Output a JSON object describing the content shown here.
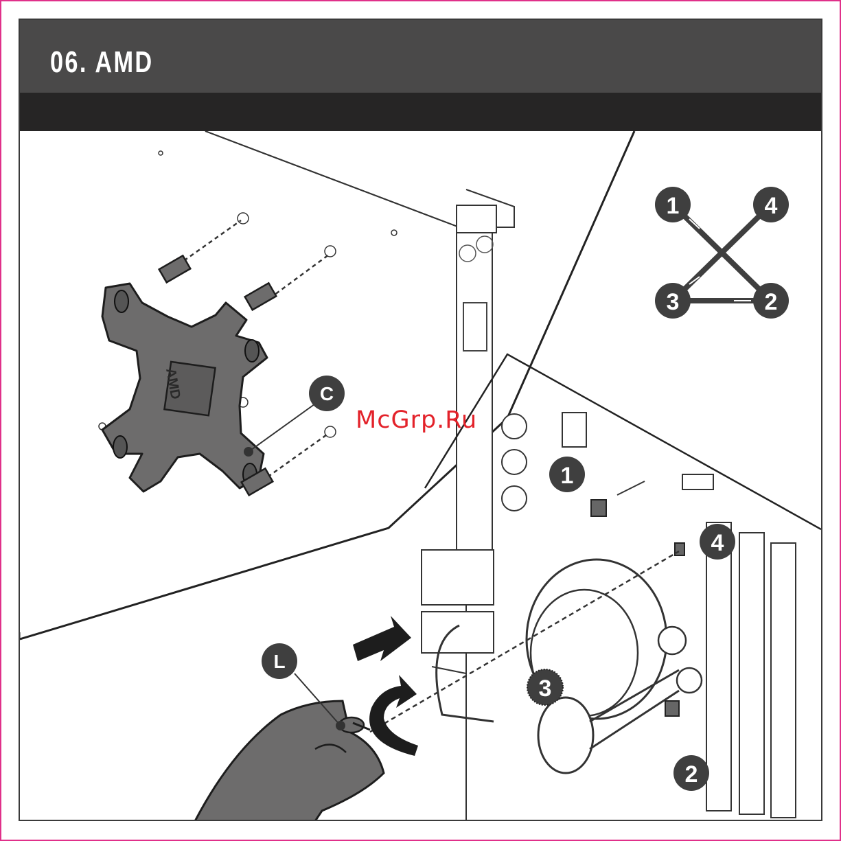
{
  "header": {
    "title": "06. AMD",
    "subtitle": ""
  },
  "callouts": {
    "bracket": "C",
    "tool": "L",
    "screw_1": "1",
    "screw_2": "2",
    "screw_3": "3",
    "screw_4": "4"
  },
  "sequence_diagram": {
    "n1": "1",
    "n2": "2",
    "n3": "3",
    "n4": "4"
  },
  "bracket_label": "AMD",
  "watermark": "McGrp.Ru",
  "colors": {
    "header": "#4a4949",
    "subbar": "#262525",
    "callout": "#3f3f3f",
    "part_fill": "#6d6c6c",
    "watermark": "#e3222a",
    "page_edge": "#e0308a"
  }
}
